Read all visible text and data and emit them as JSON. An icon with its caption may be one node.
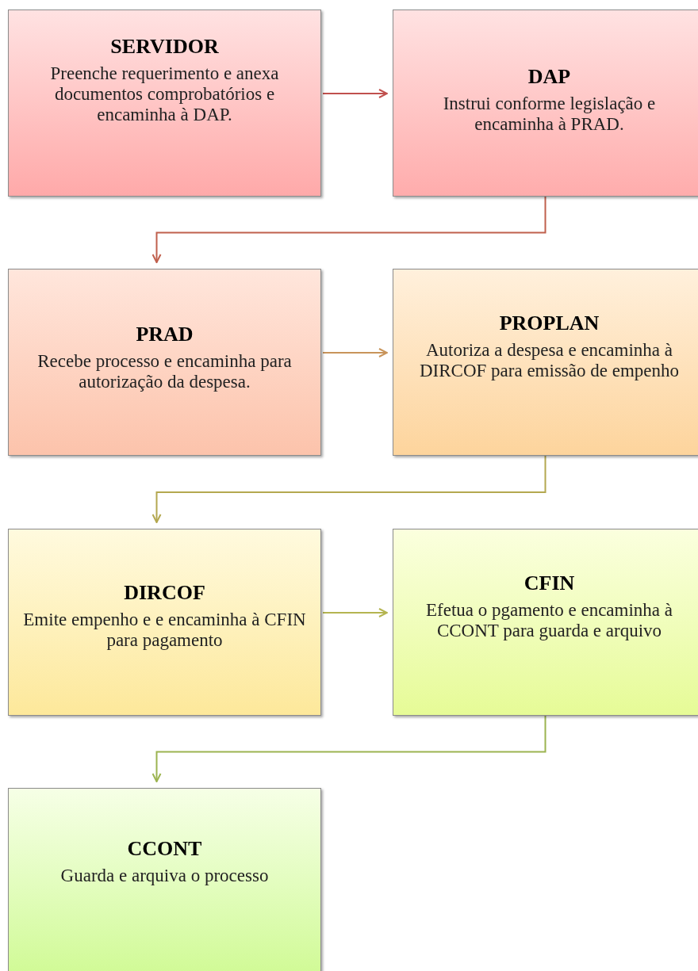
{
  "diagram": {
    "nodes": [
      {
        "text": [
          "SERVIDOR",
          "Preenche requerimento e anexa documentos comprobatórios e encaminha à DAP."
        ]
      },
      {
        "text": [
          "DAP",
          "Instrui conforme legislação e encaminha à PRAD."
        ]
      },
      {
        "text": [
          "PRAD",
          "Recebe processo e encaminha para autorização da despesa."
        ]
      },
      {
        "text": [
          "PROPLAN",
          "Autoriza a despesa e encaminha à DIRCOF para emissão de empenho"
        ]
      },
      {
        "text": [
          "DIRCOF",
          "Emite empenho e e encaminha à CFIN para pagamento"
        ]
      },
      {
        "text": [
          "CFIN",
          "Efetua o pgamento e encaminha à CCONT para guarda e arquivo"
        ]
      },
      {
        "text": [
          "CCONT",
          "Guarda e arquiva o processo"
        ]
      }
    ],
    "edges": [
      {
        "from": 0,
        "to": 1,
        "arrow": "to",
        "color": "#c0504d"
      },
      {
        "from": 1,
        "to": 2,
        "arrow": "to",
        "color": "#c0604d"
      },
      {
        "from": 2,
        "to": 3,
        "arrow": "to",
        "color": "#c8945a"
      },
      {
        "from": 3,
        "to": 4,
        "arrow": "to",
        "color": "#b4a850"
      },
      {
        "from": 4,
        "to": 5,
        "arrow": "to",
        "color": "#b4b450"
      },
      {
        "from": 5,
        "to": 6,
        "arrow": "to",
        "color": "#9cb450"
      }
    ]
  }
}
